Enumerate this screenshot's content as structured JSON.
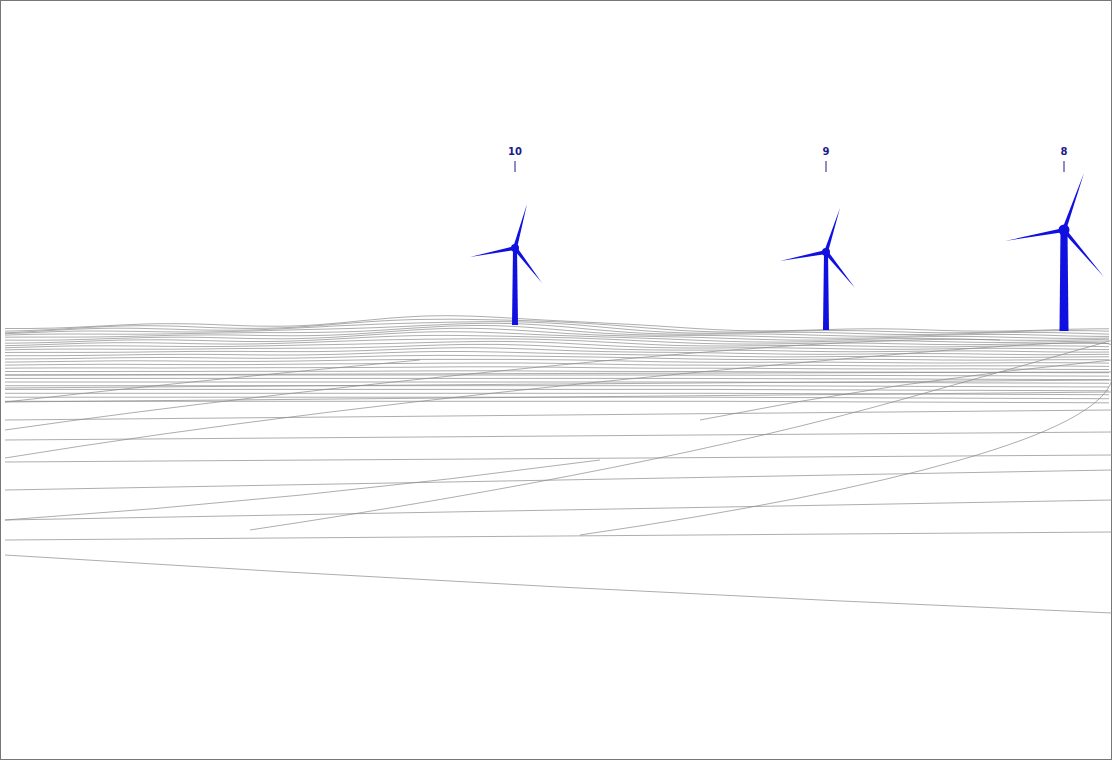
{
  "diagram": {
    "labels": [
      "10",
      "9",
      "8"
    ]
  }
}
